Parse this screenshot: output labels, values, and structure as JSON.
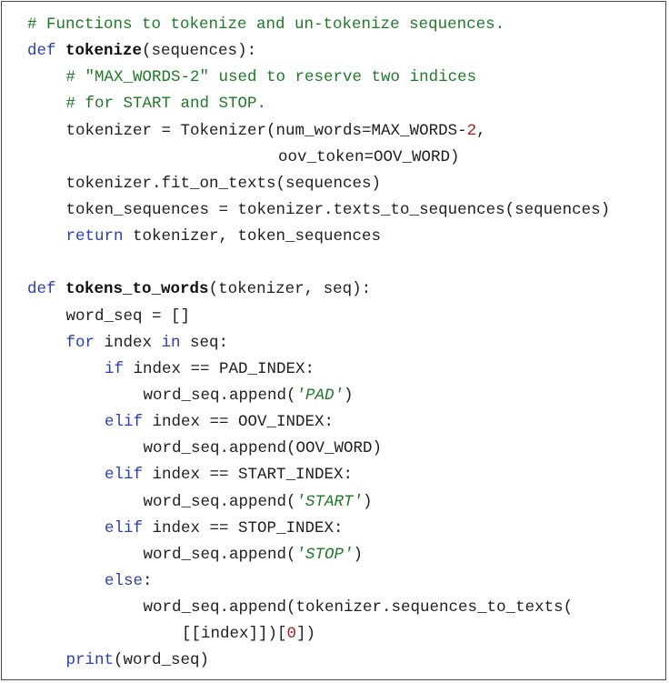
{
  "code_lines": [
    {
      "indent": 0,
      "tokens": [
        {
          "t": "# Functions to tokenize and un-tokenize sequences.",
          "k": "cm"
        }
      ]
    },
    {
      "indent": 0,
      "tokens": [
        {
          "t": "def",
          "k": "kw"
        },
        {
          "t": " "
        },
        {
          "t": "tokenize",
          "k": "fn"
        },
        {
          "t": "(sequences):"
        }
      ]
    },
    {
      "indent": 1,
      "tokens": [
        {
          "t": "# \"MAX_WORDS-2\" used to reserve two indices",
          "k": "cm"
        }
      ]
    },
    {
      "indent": 1,
      "tokens": [
        {
          "t": "# for START and STOP.",
          "k": "cm"
        }
      ]
    },
    {
      "indent": 1,
      "tokens": [
        {
          "t": "tokenizer = Tokenizer(num_words=MAX_WORDS-"
        },
        {
          "t": "2",
          "k": "num"
        },
        {
          "t": ","
        }
      ]
    },
    {
      "indent": "cont",
      "tokens": [
        {
          "t": "oov_token=OOV_WORD)"
        }
      ]
    },
    {
      "indent": 1,
      "tokens": [
        {
          "t": "tokenizer.fit_on_texts(sequences)"
        }
      ]
    },
    {
      "indent": 1,
      "tokens": [
        {
          "t": "token_sequences = tokenizer.texts_to_sequences(sequences)"
        }
      ]
    },
    {
      "indent": 1,
      "tokens": [
        {
          "t": "return",
          "k": "kw"
        },
        {
          "t": " tokenizer, token_sequences"
        }
      ]
    },
    {
      "indent": 0,
      "tokens": []
    },
    {
      "indent": 0,
      "tokens": [
        {
          "t": "def",
          "k": "kw"
        },
        {
          "t": " "
        },
        {
          "t": "tokens_to_words",
          "k": "fn"
        },
        {
          "t": "(tokenizer, seq):"
        }
      ]
    },
    {
      "indent": 1,
      "tokens": [
        {
          "t": "word_seq = []"
        }
      ]
    },
    {
      "indent": 1,
      "tokens": [
        {
          "t": "for",
          "k": "kw"
        },
        {
          "t": " index "
        },
        {
          "t": "in",
          "k": "kw"
        },
        {
          "t": " seq:"
        }
      ]
    },
    {
      "indent": 2,
      "tokens": [
        {
          "t": "if",
          "k": "kw"
        },
        {
          "t": " index == PAD_INDEX:"
        }
      ]
    },
    {
      "indent": 3,
      "tokens": [
        {
          "t": "word_seq.append("
        },
        {
          "t": "'PAD'",
          "k": "str"
        },
        {
          "t": ")"
        }
      ]
    },
    {
      "indent": 2,
      "tokens": [
        {
          "t": "elif",
          "k": "kw"
        },
        {
          "t": " index == OOV_INDEX:"
        }
      ]
    },
    {
      "indent": 3,
      "tokens": [
        {
          "t": "word_seq.append(OOV_WORD)"
        }
      ]
    },
    {
      "indent": 2,
      "tokens": [
        {
          "t": "elif",
          "k": "kw"
        },
        {
          "t": " index == START_INDEX:"
        }
      ]
    },
    {
      "indent": 3,
      "tokens": [
        {
          "t": "word_seq.append("
        },
        {
          "t": "'START'",
          "k": "str"
        },
        {
          "t": ")"
        }
      ]
    },
    {
      "indent": 2,
      "tokens": [
        {
          "t": "elif",
          "k": "kw"
        },
        {
          "t": " index == STOP_INDEX:"
        }
      ]
    },
    {
      "indent": 3,
      "tokens": [
        {
          "t": "word_seq.append("
        },
        {
          "t": "'STOP'",
          "k": "str"
        },
        {
          "t": ")"
        }
      ]
    },
    {
      "indent": 2,
      "tokens": [
        {
          "t": "else",
          "k": "kw"
        },
        {
          "t": ":"
        }
      ]
    },
    {
      "indent": 3,
      "tokens": [
        {
          "t": "word_seq.append(tokenizer.sequences_to_texts("
        }
      ]
    },
    {
      "indent": 4,
      "tokens": [
        {
          "t": "[[index]])["
        },
        {
          "t": "0",
          "k": "num"
        },
        {
          "t": "])"
        }
      ]
    },
    {
      "indent": 1,
      "tokens": [
        {
          "t": "print",
          "k": "kw"
        },
        {
          "t": "(word_seq)"
        }
      ]
    }
  ]
}
